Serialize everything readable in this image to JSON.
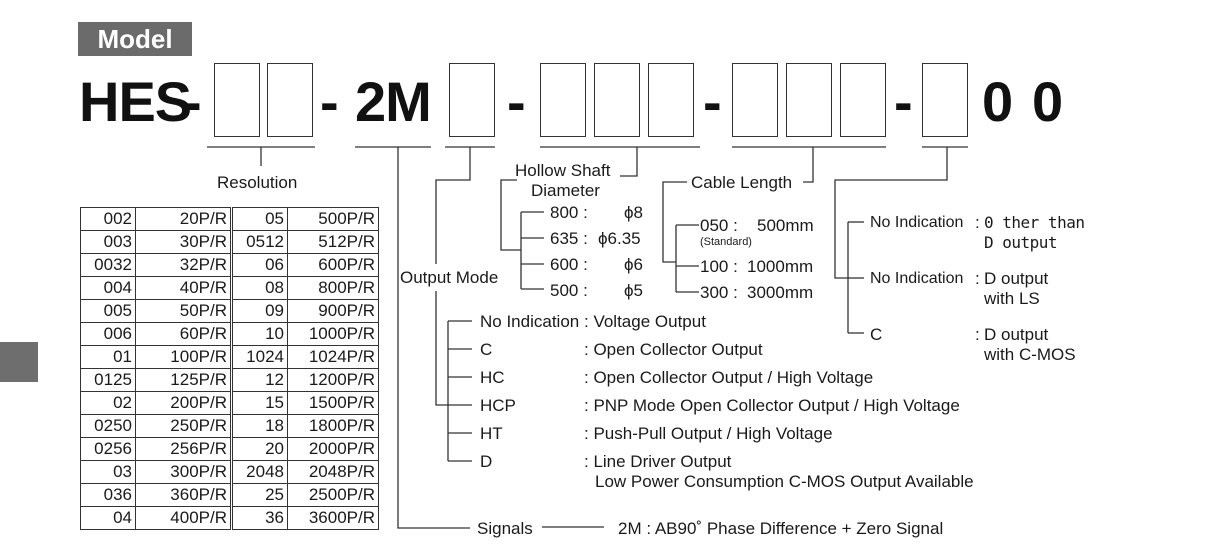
{
  "section_label": "Model",
  "code": {
    "prefix": "HES",
    "dash": "-",
    "signal_code": "2M",
    "suffix_1": "0",
    "suffix_2": "0"
  },
  "resolution": {
    "title": "Resolution",
    "rows": [
      [
        "002",
        "20P/R",
        "05",
        "500P/R"
      ],
      [
        "003",
        "30P/R",
        "0512",
        "512P/R"
      ],
      [
        "0032",
        "32P/R",
        "06",
        "600P/R"
      ],
      [
        "004",
        "40P/R",
        "08",
        "800P/R"
      ],
      [
        "005",
        "50P/R",
        "09",
        "900P/R"
      ],
      [
        "006",
        "60P/R",
        "10",
        "1000P/R"
      ],
      [
        "01",
        "100P/R",
        "1024",
        "1024P/R"
      ],
      [
        "0125",
        "125P/R",
        "12",
        "1200P/R"
      ],
      [
        "02",
        "200P/R",
        "15",
        "1500P/R"
      ],
      [
        "0250",
        "250P/R",
        "18",
        "1800P/R"
      ],
      [
        "0256",
        "256P/R",
        "20",
        "2000P/R"
      ],
      [
        "03",
        "300P/R",
        "2048",
        "2048P/R"
      ],
      [
        "036",
        "360P/R",
        "25",
        "2500P/R"
      ],
      [
        "04",
        "400P/R",
        "36",
        "3600P/R"
      ]
    ]
  },
  "hollow_shaft": {
    "title_line1": "Hollow Shaft",
    "title_line2": "Diameter",
    "options": [
      {
        "code": "800 :",
        "value": "ϕ8"
      },
      {
        "code": "635 :",
        "value": "ϕ6.35"
      },
      {
        "code": "600 :",
        "value": "ϕ6"
      },
      {
        "code": "500 :",
        "value": "ϕ5"
      }
    ]
  },
  "cable_length": {
    "title": "Cable Length",
    "options": [
      {
        "code": "050 :",
        "value": "500mm",
        "note": "(Standard)"
      },
      {
        "code": "100 :",
        "value": "1000mm"
      },
      {
        "code": "300 :",
        "value": "3000mm"
      }
    ]
  },
  "indication": {
    "options": [
      {
        "code": "No Indication",
        "colon": ":",
        "line1": "0 ther than",
        "line2": "D output"
      },
      {
        "code": "No Indication",
        "colon": ":",
        "line1": "D output",
        "line2": "with LS"
      },
      {
        "code": "C",
        "colon": ":",
        "line1": "D output",
        "line2": "with C-MOS"
      }
    ]
  },
  "output_mode": {
    "title": "Output Mode",
    "options": [
      {
        "code": "No Indication",
        "desc": ": Voltage Output"
      },
      {
        "code": "C",
        "desc": ": Open Collector Output"
      },
      {
        "code": "HC",
        "desc": ": Open Collector Output / High Voltage"
      },
      {
        "code": "HCP",
        "desc": ": PNP Mode Open Collector Output / High Voltage"
      },
      {
        "code": "HT",
        "desc": ": Push-Pull Output / High Voltage"
      },
      {
        "code": "D",
        "desc": ": Line Driver Output"
      }
    ],
    "note": "Low Power Consumption C-MOS Output Available"
  },
  "signals": {
    "title": "Signals",
    "desc": "2M : AB90˚ Phase Difference + Zero Signal"
  },
  "colors": {
    "badge_bg": "#6b6b6b",
    "text": "#1a1a1a",
    "line": "#333333"
  }
}
